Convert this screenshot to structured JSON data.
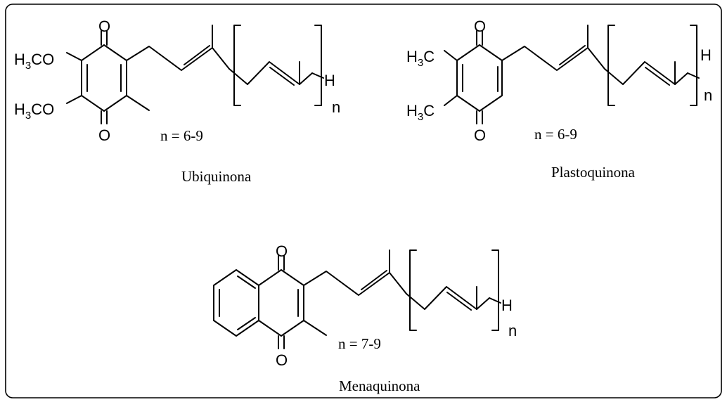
{
  "ubiquinone": {
    "o_top": "O",
    "o_bottom": "O",
    "methoxy_top": {
      "h": "H",
      "sub": "3",
      "rest": "CO"
    },
    "methoxy_bottom": {
      "h": "H",
      "sub": "3",
      "rest": "CO"
    },
    "chain_end": "H",
    "repeat_index": "n",
    "n_range": "n = 6-9",
    "name": "Ubiquinona"
  },
  "plastoquinone": {
    "o_top": "O",
    "o_bottom": "O",
    "methyl_top": {
      "h": "H",
      "sub": "3",
      "rest": "C"
    },
    "methyl_bottom": {
      "h": "H",
      "sub": "3",
      "rest": "C"
    },
    "chain_end": "H",
    "repeat_index": "n",
    "n_range": "n = 6-9",
    "name": "Plastoquinona"
  },
  "menaquinone": {
    "o_top": "O",
    "o_bottom": "O",
    "chain_end": "H",
    "repeat_index": "n",
    "n_range": "n = 7-9",
    "name": "Menaquinona"
  }
}
